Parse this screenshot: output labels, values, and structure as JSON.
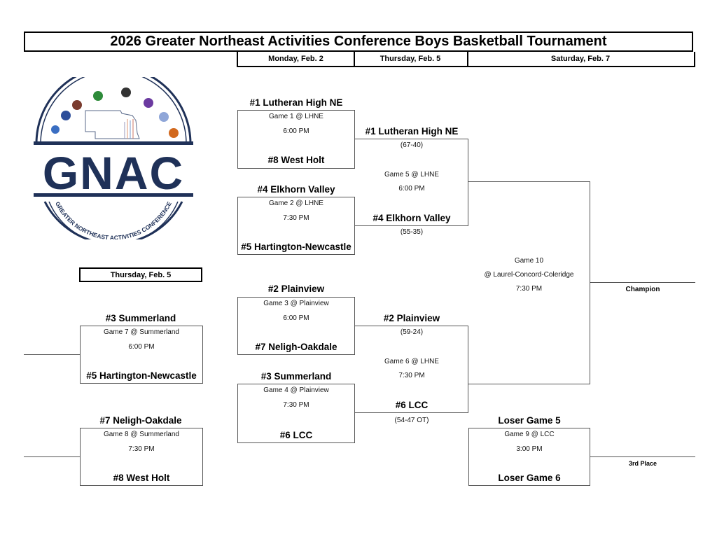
{
  "header": {
    "title": "2026 Greater Northeast Activities Conference Boys Basketball Tournament",
    "days": [
      "Monday, Feb. 2",
      "Thursday, Feb. 5",
      "Saturday, Feb. 7"
    ]
  },
  "logo": {
    "text": "GNAC",
    "subtitle": "GREATER NORTHEAST ACTIVITIES CONFERENCE",
    "colors": {
      "navy": "#1f3158",
      "ring": "#2b3d66"
    }
  },
  "side_day": "Thursday, Feb. 5",
  "round1": [
    {
      "top_team": "#1 Lutheran High NE",
      "game": "Game 1 @ LHNE",
      "time": "6:00 PM",
      "bottom_team": "#8 West Holt"
    },
    {
      "top_team": "#4 Elkhorn Valley",
      "game": "Game 2 @ LHNE",
      "time": "7:30 PM",
      "bottom_team": "#5 Hartington-Newcastle"
    },
    {
      "top_team": "#2 Plainview",
      "game": "Game 3 @ Plainview",
      "time": "6:00 PM",
      "bottom_team": "#7 Neligh-Oakdale"
    },
    {
      "top_team": "#3 Summerland",
      "game": "Game 4 @ Plainview",
      "time": "7:30 PM",
      "bottom_team": "#6 LCC"
    }
  ],
  "semis": [
    {
      "top_team": "#1 Lutheran High NE",
      "top_score": "(67-40)",
      "game": "Game 5 @ LHNE",
      "time": "6:00 PM",
      "bottom_team": "#4 Elkhorn Valley",
      "bottom_score": "(55-35)"
    },
    {
      "top_team": "#2 Plainview",
      "top_score": "(59-24)",
      "game": "Game 6 @ LHNE",
      "time": "7:30 PM",
      "bottom_team": "#6 LCC",
      "bottom_score": "(54-47 OT)"
    }
  ],
  "consolation": [
    {
      "top_team": "#3 Summerland",
      "game": "Game 7 @ Summerland",
      "time": "6:00 PM",
      "bottom_team": "#5 Hartington-Newcastle"
    },
    {
      "top_team": "#7 Neligh-Oakdale",
      "game": "Game 8 @ Summerland",
      "time": "7:30 PM",
      "bottom_team": "#8 West Holt"
    }
  ],
  "final": {
    "game": "Game 10",
    "site": "@ Laurel-Concord-Coleridge",
    "time": "7:30 PM",
    "result_label": "Champion"
  },
  "third_place": {
    "top_team": "Loser Game 5",
    "game": "Game 9 @ LCC",
    "time": "3:00 PM",
    "bottom_team": "Loser Game 6",
    "result_label": "3rd Place"
  }
}
